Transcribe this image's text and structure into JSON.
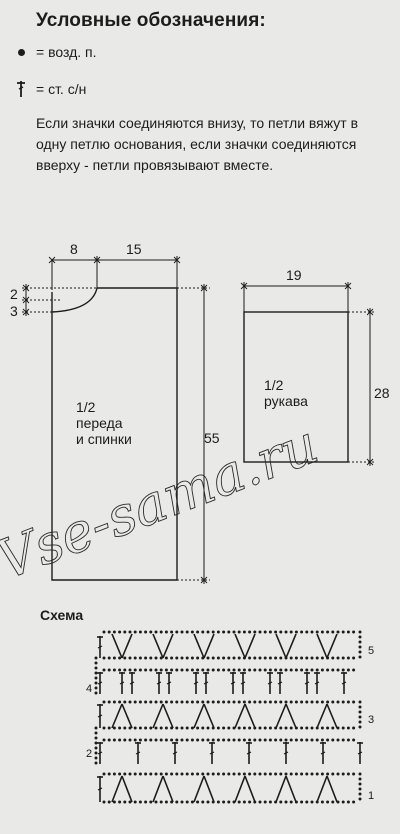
{
  "legend": {
    "title": "Условные обозначения:",
    "items": [
      {
        "symbol": "chain-dot-icon",
        "text": "= возд. п."
      },
      {
        "symbol": "dc-stitch-icon",
        "text": "= ст. с/н"
      }
    ],
    "note": "Если значки соединяются внизу, то петли вяжут в одну петлю основания, если значки соединяются вверху - петли провязывают вместе."
  },
  "pattern_front": {
    "label_line1": "1/2",
    "label_line2": "переда",
    "label_line3": "и спинки",
    "dim_neck_width": "8",
    "dim_shoulder": "15",
    "dim_neck_depth_a": "2",
    "dim_neck_depth_b": "3",
    "dim_length": "55"
  },
  "pattern_sleeve": {
    "label_line1": "1/2",
    "label_line2": "рукава",
    "dim_width": "19",
    "dim_length": "28"
  },
  "watermark": "Vse-sama.ru",
  "scheme": {
    "title": "Схема",
    "row_numbers": [
      "5",
      "4",
      "3",
      "2",
      "1"
    ]
  }
}
